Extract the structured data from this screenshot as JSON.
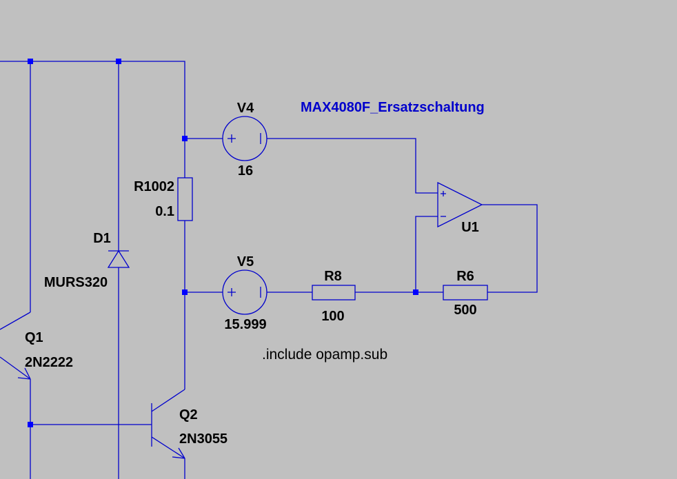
{
  "schematic": {
    "title_comment": "MAX4080F_Ersatzschaltung",
    "directive": ".include opamp.sub",
    "components": {
      "v4": {
        "name": "V4",
        "value": "16"
      },
      "v5": {
        "name": "V5",
        "value": "15.999"
      },
      "r1002": {
        "name": "R1002",
        "value": "0.1"
      },
      "r8": {
        "name": "R8",
        "value": "100"
      },
      "r6": {
        "name": "R6",
        "value": "500"
      },
      "d1": {
        "name": "D1",
        "value": "MURS320"
      },
      "q1": {
        "name": "Q1",
        "value": "2N2222"
      },
      "q2": {
        "name": "Q2",
        "value": "2N3055"
      },
      "u1": {
        "name": "U1"
      }
    },
    "colors": {
      "background": "#c0c0c0",
      "wire": "#0000cc",
      "junction": "#0000ff",
      "comment": "#0000cc"
    }
  }
}
